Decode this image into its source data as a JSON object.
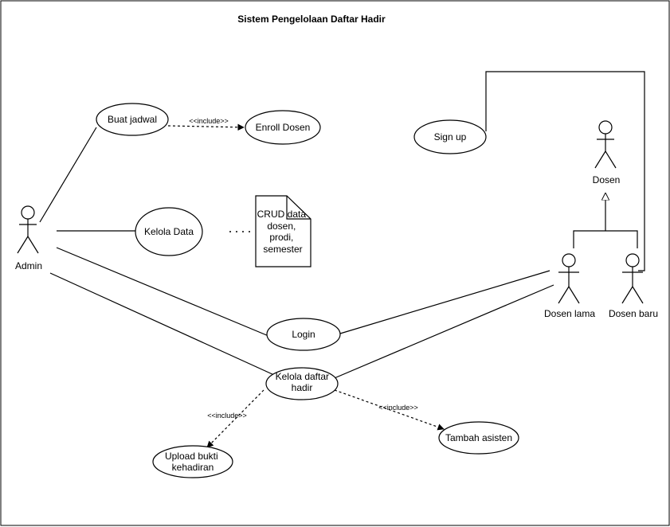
{
  "title": "Sistem Pengelolaan Daftar Hadir",
  "actors": {
    "admin": "Admin",
    "dosen": "Dosen",
    "dosen_lama": "Dosen lama",
    "dosen_baru": "Dosen baru"
  },
  "use_cases": {
    "buat_jadwal": "Buat jadwal",
    "enroll_dosen": "Enroll Dosen",
    "kelola_data": "Kelola Data",
    "login": "Login",
    "kelola_daftar_hadir": [
      "Kelola daftar",
      "hadir"
    ],
    "upload_bukti": [
      "Upload bukti",
      "kehadiran"
    ],
    "tambah_asisten": "Tambah asisten",
    "sign_up": "Sign up"
  },
  "note": [
    "CRUD data",
    "dosen,",
    "prodi,",
    "semester"
  ],
  "stereotypes": {
    "include": "<<include>>"
  }
}
